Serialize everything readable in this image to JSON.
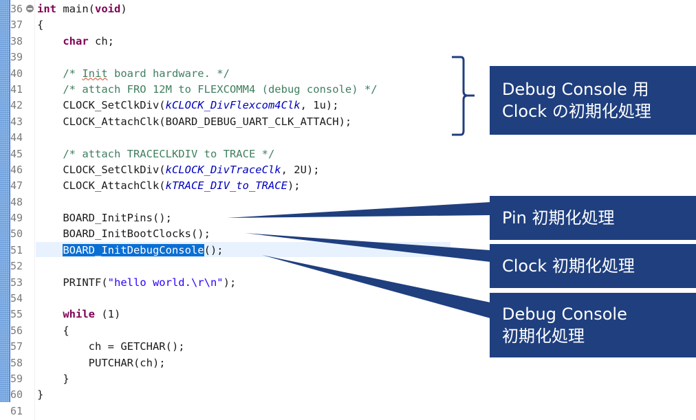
{
  "editor": {
    "current_line": 51,
    "lines": [
      {
        "num": "36",
        "tokens": [
          {
            "t": "int",
            "c": "kw"
          },
          {
            "t": " "
          },
          {
            "t": "main",
            "c": "b"
          },
          {
            "t": "("
          },
          {
            "t": "void",
            "c": "kw"
          },
          {
            "t": ")"
          }
        ]
      },
      {
        "num": "37",
        "tokens": [
          {
            "t": "{"
          }
        ]
      },
      {
        "num": "38",
        "tokens": [
          {
            "t": "    "
          },
          {
            "t": "char",
            "c": "kw"
          },
          {
            "t": " ch;"
          }
        ]
      },
      {
        "num": "39",
        "tokens": []
      },
      {
        "num": "40",
        "tokens": [
          {
            "t": "    /* ",
            "c": "cm"
          },
          {
            "t": "Init",
            "c": "cm squig"
          },
          {
            "t": " board hardware. */",
            "c": "cm"
          }
        ]
      },
      {
        "num": "41",
        "tokens": [
          {
            "t": "    /* attach FRO 12M to FLEXCOMM4 (debug console) */",
            "c": "cm"
          }
        ]
      },
      {
        "num": "42",
        "tokens": [
          {
            "t": "    CLOCK_SetClkDiv("
          },
          {
            "t": "kCLOCK_DivFlexcom4Clk",
            "c": "en"
          },
          {
            "t": ", 1u);"
          }
        ]
      },
      {
        "num": "43",
        "tokens": [
          {
            "t": "    CLOCK_AttachClk(BOARD_DEBUG_UART_CLK_ATTACH);"
          }
        ]
      },
      {
        "num": "44",
        "tokens": []
      },
      {
        "num": "45",
        "tokens": [
          {
            "t": "    /* attach TRACECLKDIV to TRACE */",
            "c": "cm"
          }
        ]
      },
      {
        "num": "46",
        "tokens": [
          {
            "t": "    CLOCK_SetClkDiv("
          },
          {
            "t": "kCLOCK_DivTraceClk",
            "c": "en"
          },
          {
            "t": ", 2U);"
          }
        ]
      },
      {
        "num": "47",
        "tokens": [
          {
            "t": "    CLOCK_AttachClk("
          },
          {
            "t": "kTRACE_DIV_to_TRACE",
            "c": "en"
          },
          {
            "t": ");"
          }
        ]
      },
      {
        "num": "48",
        "tokens": []
      },
      {
        "num": "49",
        "tokens": [
          {
            "t": "    BOARD_InitPins();"
          }
        ]
      },
      {
        "num": "50",
        "tokens": [
          {
            "t": "    BOARD_InitBootClocks();"
          }
        ]
      },
      {
        "num": "51",
        "tokens": [
          {
            "t": "    "
          },
          {
            "t": "BOARD_InitDebugConsole",
            "c": "sel"
          },
          {
            "t": "();"
          }
        ]
      },
      {
        "num": "52",
        "tokens": []
      },
      {
        "num": "53",
        "tokens": [
          {
            "t": "    PRINTF("
          },
          {
            "t": "\"hello world.\\r\\n\"",
            "c": "str"
          },
          {
            "t": ");"
          }
        ]
      },
      {
        "num": "54",
        "tokens": []
      },
      {
        "num": "55",
        "tokens": [
          {
            "t": "    "
          },
          {
            "t": "while",
            "c": "kw"
          },
          {
            "t": " (1)"
          }
        ]
      },
      {
        "num": "56",
        "tokens": [
          {
            "t": "    {"
          }
        ]
      },
      {
        "num": "57",
        "tokens": [
          {
            "t": "        ch = GETCHAR();"
          }
        ]
      },
      {
        "num": "58",
        "tokens": [
          {
            "t": "        PUTCHAR(ch);"
          }
        ]
      },
      {
        "num": "59",
        "tokens": [
          {
            "t": "    }"
          }
        ]
      },
      {
        "num": "60",
        "tokens": [
          {
            "t": "}"
          }
        ]
      },
      {
        "num": "61",
        "tokens": []
      }
    ]
  },
  "annotations": {
    "debug_clock": {
      "line1": "Debug Console 用",
      "line2": "Clock の初期化処理"
    },
    "pin_init": {
      "line1": "Pin 初期化処理"
    },
    "clock_init": {
      "line1": "Clock 初期化処理"
    },
    "debug_init": {
      "line1": "Debug Console",
      "line2": "初期化処理"
    },
    "color": "#1f3f7f"
  }
}
